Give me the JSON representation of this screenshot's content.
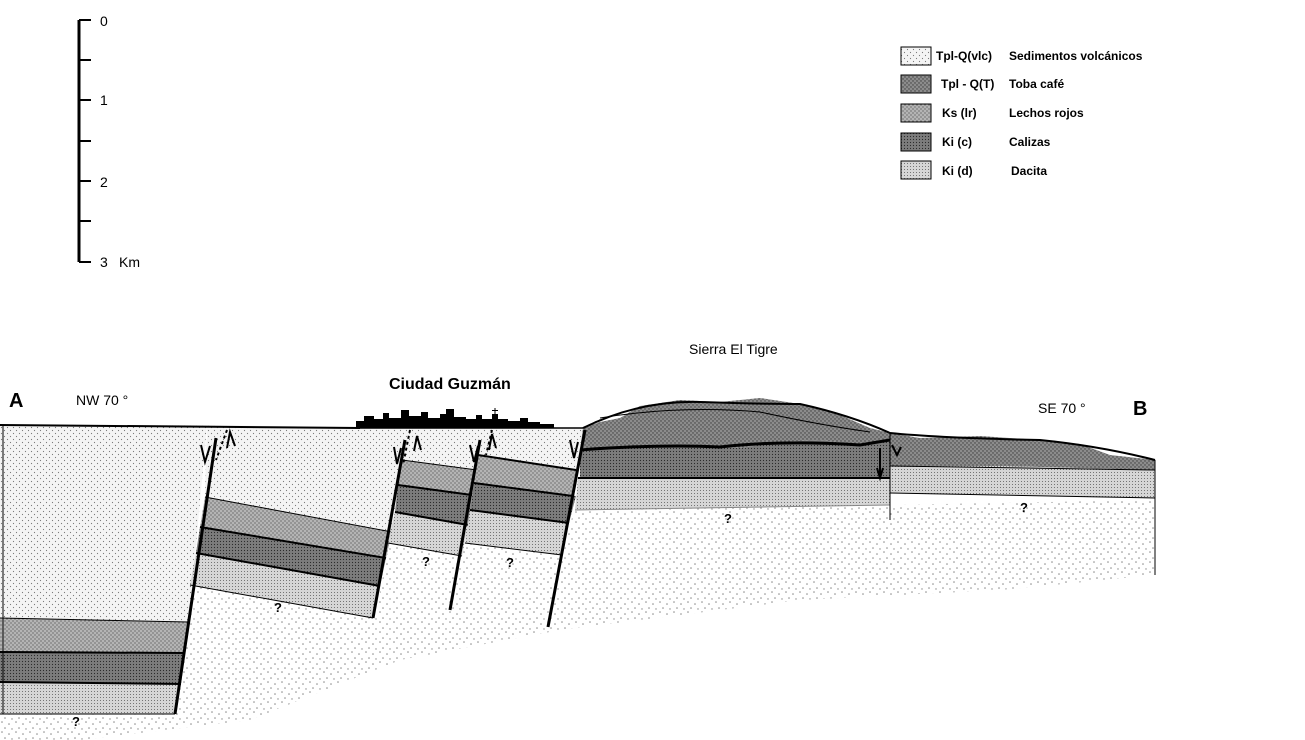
{
  "scale_bar": {
    "ticks": [
      "0",
      "1",
      "2",
      "3"
    ],
    "unit": "Km"
  },
  "legend": [
    {
      "code": "Tpl-Q(vlc)",
      "name": "Sedimentos volcánicos",
      "pattern": "vlc"
    },
    {
      "code": "Tpl - Q(T)",
      "name": "Toba café",
      "pattern": "toba"
    },
    {
      "code": "Ks (lr)",
      "name": "Lechos rojos",
      "pattern": "lr"
    },
    {
      "code": "Ki (c)",
      "name": "Calizas",
      "pattern": "cal"
    },
    {
      "code": "Ki (d)",
      "name": "Dacita",
      "pattern": "dac"
    }
  ],
  "section": {
    "point_a": "A",
    "point_b": "B",
    "orientation_left": "NW 70 °",
    "orientation_right": "SE 70 °",
    "town": "Ciudad Guzmán",
    "range": "Sierra El Tigre",
    "unknown_marker": "?"
  },
  "colors": {
    "vlc": "#f2f2f2",
    "toba": "#8a8a8a",
    "lr": "#a8a8a8",
    "cal": "#7a7a7a",
    "dac": "#cfcfcf",
    "line": "#000000"
  }
}
